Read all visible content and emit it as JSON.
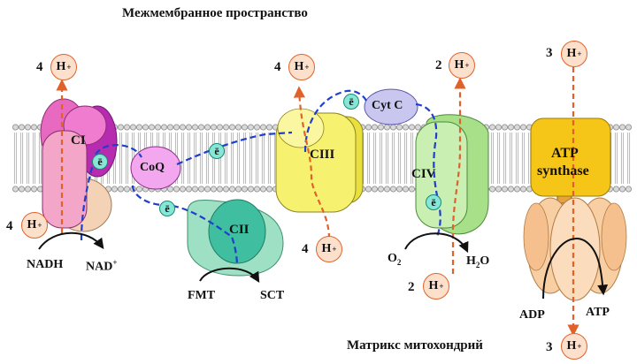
{
  "regions": {
    "intermembrane": "Межмембранное пространство",
    "matrix": "Матрикс митохондрий"
  },
  "proton": {
    "label": "H",
    "charge": "+"
  },
  "electron": {
    "label": "ē"
  },
  "complexes": {
    "c1": "CI",
    "c2": "CII",
    "c3": "CIII",
    "c4": "CIV",
    "coq": "CoQ",
    "cytc": "Cyt C",
    "atp_line1": "ATP",
    "atp_line2": "synthase"
  },
  "coefficients": {
    "c1_top": "4",
    "c1_bottom": "4",
    "c3_top": "4",
    "c3_bottom": "4",
    "c4_top": "2",
    "c4_bottom": "2",
    "atp_top": "3",
    "atp_bottom": "3"
  },
  "substrates": {
    "nadh": "NADH",
    "nad_base": "NAD",
    "nad_charge": "+",
    "fmt": "FMT",
    "sct": "SCT",
    "o2_base": "O",
    "o2_sub": "2",
    "h2o_h": "H",
    "h2o_sub": "2",
    "h2o_o": "O",
    "adp": "ADP",
    "atp": "ATP"
  },
  "colors": {
    "proton_fill": "#fde0cc",
    "proton_stroke": "#e0622a",
    "electron_fill": "#86e7d6",
    "electron_path": "#1f3fcc",
    "proton_arrow": "#e0622a",
    "ci": "#f4a6c8",
    "cii": "#9ee0c4",
    "ciii": "#f7f170",
    "civ": "#c9efb2",
    "cytc": "#c9c7f0",
    "coq": "#f2a7ef",
    "atp_head": "#f5c518",
    "atp_base": "#f8cfa3"
  }
}
